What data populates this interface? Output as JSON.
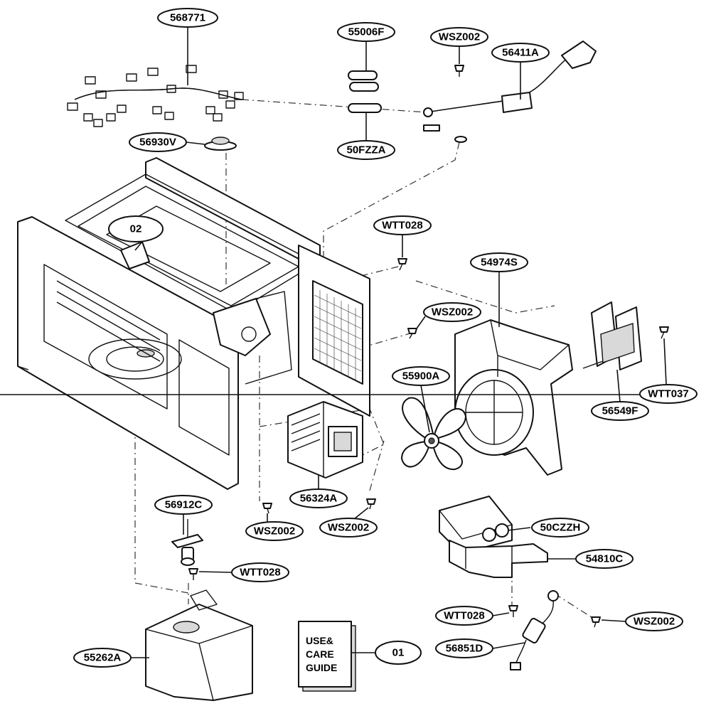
{
  "parts": {
    "wire_harness": "568771",
    "fuse_holder": "55006F",
    "fuse": "50FZZA",
    "thermal_cutout": "56930V",
    "power_cord_screw": "WSZ002",
    "power_cord": "56411A",
    "cavity_part": "02",
    "fan_bracket_screw": "WTT028",
    "fan_duct": "54974S",
    "duct_screw": "WSZ002",
    "fan_blade": "55900A",
    "fan_motor": "56549F",
    "fan_motor_screw": "WTT037",
    "magnetron": "56324A",
    "magnetron_screw_left": "WSZ002",
    "magnetron_screw_right": "WSZ002",
    "lamp_socket": "56912C",
    "lamp_screw": "WTT028",
    "capacitor": "50CZZH",
    "capacitor_bracket": "54810C",
    "ground_screw": "WTT028",
    "diode_screw": "WSZ002",
    "diode": "56851D",
    "lamp_cover": "55262A",
    "manual": "01"
  },
  "manual_booklet": {
    "line1": "USE&",
    "line2": "CARE",
    "line3": "GUIDE"
  }
}
